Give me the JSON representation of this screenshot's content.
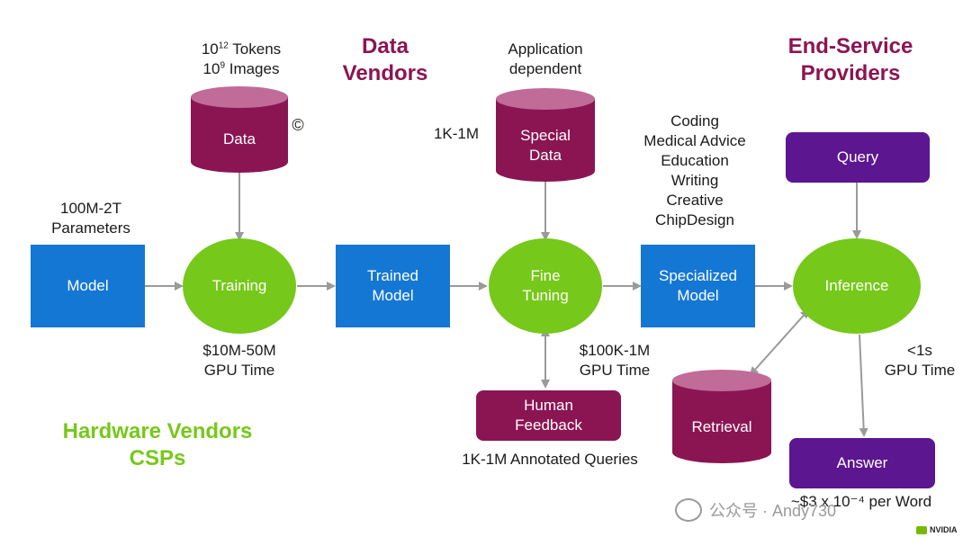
{
  "headings": {
    "data_vendors": [
      "Data",
      "Vendors"
    ],
    "end_service": [
      "End-Service",
      "Providers"
    ],
    "hardware": [
      "Hardware Vendors",
      "CSPs"
    ]
  },
  "nodes": {
    "data": "Data",
    "special_data": [
      "Special",
      "Data"
    ],
    "model": "Model",
    "training": "Training",
    "trained_model": [
      "Trained",
      "Model"
    ],
    "fine_tuning": [
      "Fine",
      "Tuning"
    ],
    "specialized_model": [
      "Specialized",
      "Model"
    ],
    "inference": "Inference",
    "query": "Query",
    "human_feedback": [
      "Human",
      "Feedback"
    ],
    "retrieval": "Retrieval",
    "answer": "Answer"
  },
  "annotations": {
    "tokens": {
      "base": "10",
      "exp": "12",
      "text": " Tokens"
    },
    "images": {
      "base": "10",
      "exp": "9",
      "text": " Images"
    },
    "copyright": "©",
    "application": [
      "Application",
      "dependent"
    ],
    "special_count": "1K-1M",
    "parameters": [
      "100M-2T",
      "Parameters"
    ],
    "training_cost": [
      "$10M-50M",
      "GPU Time"
    ],
    "finetune_cost": [
      "$100K-1M",
      "GPU Time"
    ],
    "inference_cost": [
      "<1s",
      "GPU Time"
    ],
    "use_cases": [
      "Coding",
      "Medical Advice",
      "Education",
      "Writing",
      "Creative",
      "ChipDesign"
    ],
    "annotated_queries": "1K-1M Annotated Queries",
    "answer_cost": "~$3 x 10⁻⁴ per Word"
  },
  "watermark": "公众号 · Andy730",
  "logo": "NVIDIA",
  "colors": {
    "blue": "#1577d4",
    "green": "#76c81a",
    "magenta": "#8b1553",
    "purple": "#5b1690",
    "arrow": "#9a9a9a"
  }
}
